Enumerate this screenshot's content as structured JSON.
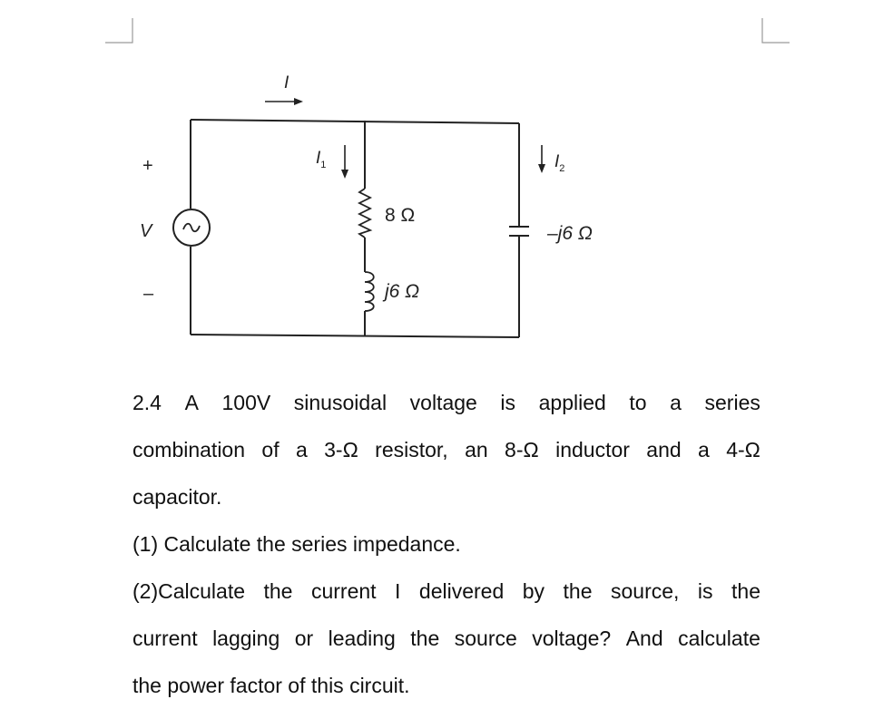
{
  "circuit": {
    "labels": {
      "current_total": "I",
      "current_branch1": "I",
      "current_branch1_sub": "1",
      "current_branch2": "I",
      "current_branch2_sub": "2",
      "plus_sign": "+",
      "minus_sign": "–",
      "source_voltage": "V",
      "resistor": "8 Ω",
      "inductor": "j6 Ω",
      "capacitor": "–j6 Ω"
    }
  },
  "problem": {
    "line1": [
      "2.4",
      "A",
      "100V",
      "sinusoidal",
      "voltage",
      "is",
      "applied",
      "to",
      "a",
      "series"
    ],
    "line2": [
      "combination",
      "of",
      "a",
      "3-Ω",
      "resistor,",
      "an",
      "8-Ω",
      "inductor",
      "and",
      "a",
      "4-Ω"
    ],
    "line3": "capacitor.",
    "line4": "(1) Calculate the series impedance.",
    "line5": [
      "(2)Calculate",
      "the",
      "current",
      "I",
      "delivered",
      "by",
      "the",
      "source,",
      "is",
      "the"
    ],
    "line6": [
      "current",
      "lagging",
      "or",
      "leading",
      "the",
      "source",
      "voltage?",
      "And",
      "calculate"
    ],
    "line7": "the power factor of this circuit."
  }
}
